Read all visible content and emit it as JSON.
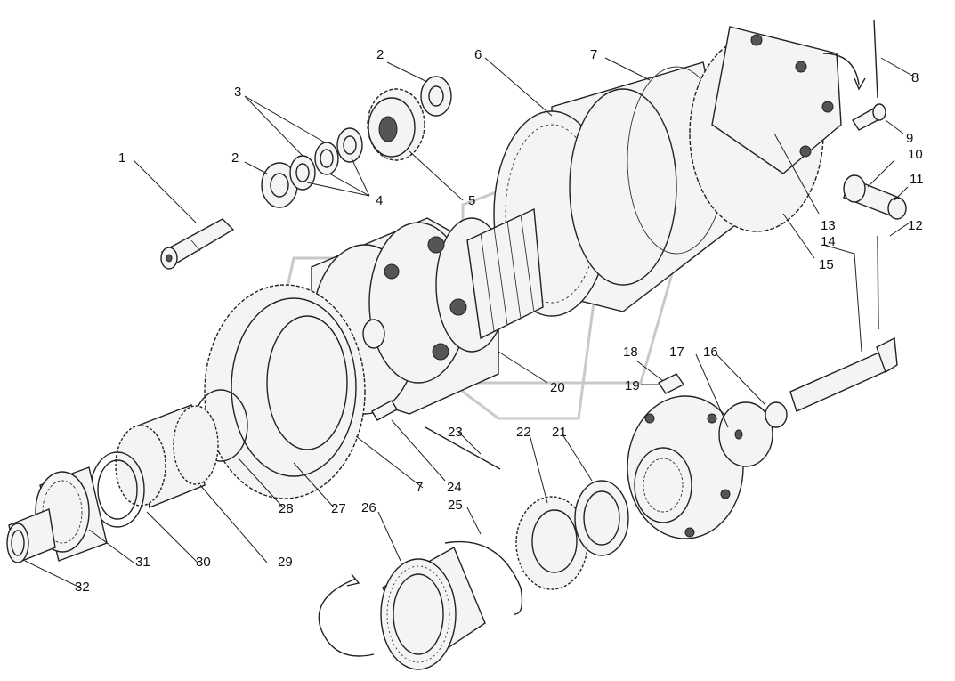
{
  "callouts": [
    {
      "id": "1",
      "text": "1"
    },
    {
      "id": "2a",
      "text": "2"
    },
    {
      "id": "2b",
      "text": "2"
    },
    {
      "id": "3",
      "text": "3"
    },
    {
      "id": "4",
      "text": "4"
    },
    {
      "id": "5",
      "text": "5"
    },
    {
      "id": "6",
      "text": "6"
    },
    {
      "id": "7a",
      "text": "7"
    },
    {
      "id": "7b",
      "text": "7"
    },
    {
      "id": "8",
      "text": "8"
    },
    {
      "id": "9",
      "text": "9"
    },
    {
      "id": "10",
      "text": "10"
    },
    {
      "id": "11",
      "text": "11"
    },
    {
      "id": "12",
      "text": "12"
    },
    {
      "id": "13",
      "text": "13"
    },
    {
      "id": "14",
      "text": "14"
    },
    {
      "id": "15",
      "text": "15"
    },
    {
      "id": "16",
      "text": "16"
    },
    {
      "id": "17",
      "text": "17"
    },
    {
      "id": "18",
      "text": "18"
    },
    {
      "id": "19",
      "text": "19"
    },
    {
      "id": "20",
      "text": "20"
    },
    {
      "id": "21",
      "text": "21"
    },
    {
      "id": "22",
      "text": "22"
    },
    {
      "id": "23",
      "text": "23"
    },
    {
      "id": "24",
      "text": "24"
    },
    {
      "id": "25",
      "text": "25"
    },
    {
      "id": "26",
      "text": "26"
    },
    {
      "id": "27",
      "text": "27"
    },
    {
      "id": "28",
      "text": "28"
    },
    {
      "id": "29",
      "text": "29"
    },
    {
      "id": "30",
      "text": "30"
    },
    {
      "id": "31",
      "text": "31"
    },
    {
      "id": "32",
      "text": "32"
    }
  ]
}
